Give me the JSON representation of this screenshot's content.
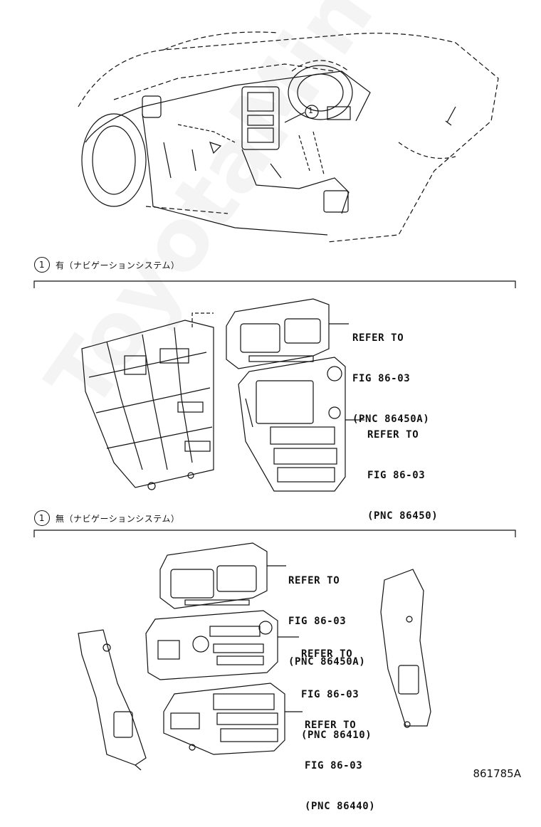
{
  "watermark": "ToyotaMine.ru",
  "callout_number": "1",
  "sections": [
    {
      "marker": "1",
      "title": "有（ナビゲーションシステム）"
    },
    {
      "marker": "1",
      "title": "無（ナビゲーションシステム）"
    }
  ],
  "refs": [
    {
      "line1": "REFER TO",
      "line2": "FIG 86-03",
      "line3": "(PNC 86450A)"
    },
    {
      "line1": "REFER TO",
      "line2": "FIG 86-03",
      "line3": "(PNC 86450)"
    },
    {
      "line1": "REFER TO",
      "line2": "FIG 86-03",
      "line3": "(PNC 86450A)"
    },
    {
      "line1": "REFER TO",
      "line2": "FIG 86-03",
      "line3": "(PNC 86410)"
    },
    {
      "line1": "REFER TO",
      "line2": "FIG 86-03",
      "line3": "(PNC 86440)"
    }
  ],
  "figure_code": "861785A"
}
